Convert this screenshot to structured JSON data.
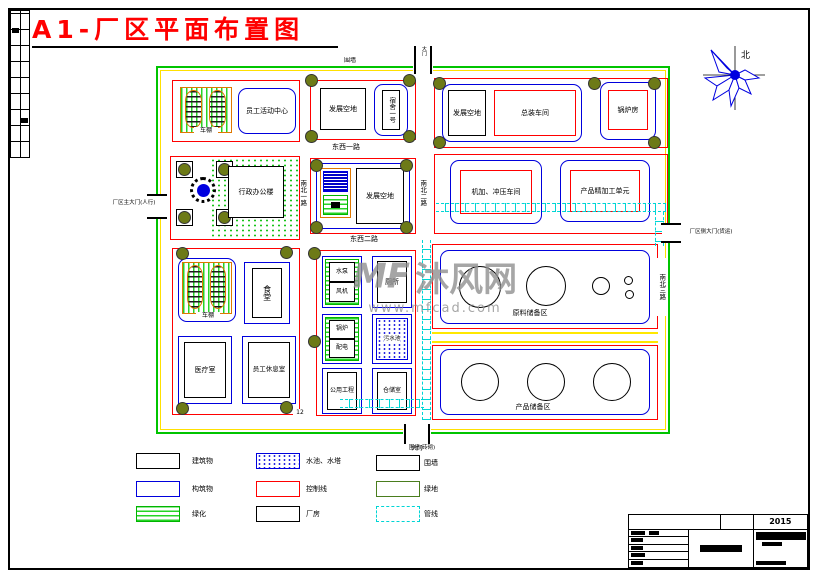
{
  "title": "A1-厂区平面布置图",
  "compass": {
    "north": "北"
  },
  "watermark": {
    "logo": "MF",
    "brand": "沐风网",
    "url": "www.mfcad.com"
  },
  "fence_label": "围墙",
  "roads": {
    "ew1": "东西一路",
    "ew2": "东西二路",
    "ns1": "南北一路",
    "ns2": "南北二路",
    "ns3": "南北三路",
    "width_dim": "12"
  },
  "gates": {
    "main": "厂区主大门(人行)",
    "freight": "厂区侧大门(货运)",
    "top": "大门",
    "bottom": "大门"
  },
  "buildings": {
    "bike_shed_1": "车棚",
    "activity_center": "员工活动中心",
    "dev_land_1": "发展空地",
    "dorm_1": "宿舍一号",
    "dev_land_2": "发展空地",
    "assembly_shop": "总装车间",
    "boiler_house": "锅炉房",
    "admin_office": "行政办公楼",
    "dev_land_3": "发展空地",
    "machining_shop": "机加、冲压车间",
    "finishing_unit": "产品精加工单元",
    "bike_shed_2": "车棚",
    "canteen": "食堂",
    "clinic": "医疗室",
    "staff_lounge": "员工休息室",
    "pump_room": "水泵",
    "fan_room": "风机",
    "toilet": "厕所",
    "boiler_room": "锅炉",
    "power_room": "配电",
    "sewage_pool": "污水池",
    "utility_works": "公用工程",
    "storeroom": "仓储室",
    "raw_storage": "原料储备区",
    "product_storage": "产品储备区"
  },
  "legend": {
    "note": "围墙(砖砌)",
    "items": [
      {
        "label": "建筑物"
      },
      {
        "label": "构筑物"
      },
      {
        "label": "绿化"
      },
      {
        "label": "水池、水塔"
      },
      {
        "label": "控制线"
      },
      {
        "label": "厂房"
      },
      {
        "label": "围墙"
      },
      {
        "label": "绿地"
      },
      {
        "label": "管线"
      }
    ]
  },
  "titleblock": {
    "year": "2015"
  },
  "colors": {
    "title_red": "#ff0000",
    "block_outline_red": "#ff0000",
    "structure_blue": "#0000dd",
    "fence_green": "#00c400",
    "road_yellow": "#ffe800",
    "pipe_cyan": "#00d5d5",
    "tree_olive": "#6d7a17"
  }
}
